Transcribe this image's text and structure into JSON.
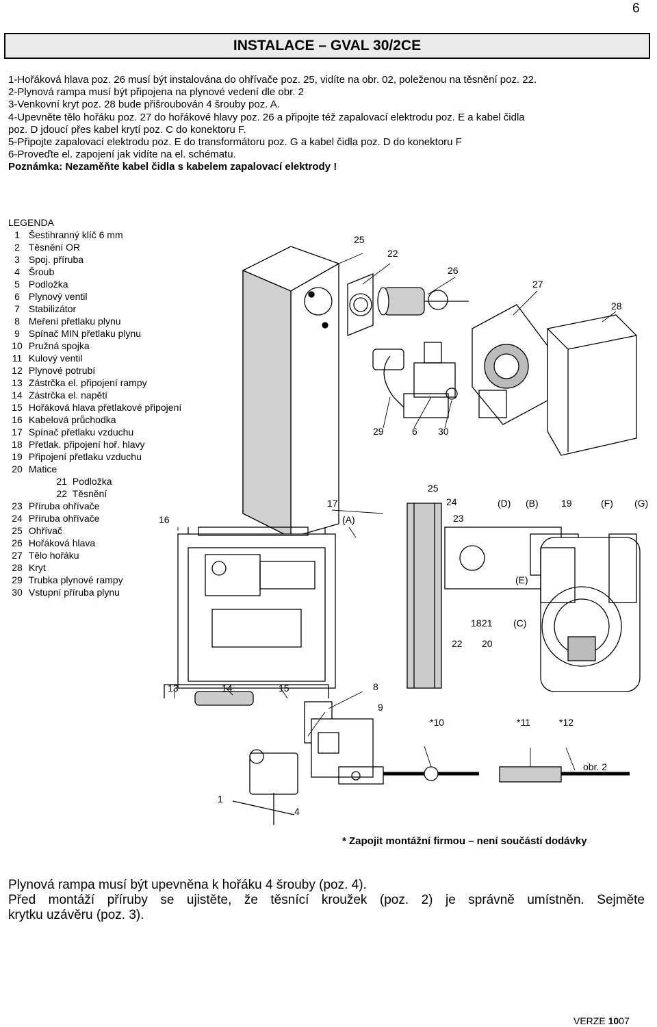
{
  "page_number": "6",
  "title": "INSTALACE – GVAL 30/2CE",
  "instructions": [
    "1-Hořáková hlava poz. 26 musí být instalována do ohřívače poz. 25, vidíte na obr. 02, poleženou na těsnění poz. 22.",
    "2-Plynová rampa musí být připojena na plynové vedení dle obr. 2",
    "3-Venkovní kryt poz. 28 bude přišroubován 4 šrouby poz. A.",
    "4-Upevněte tělo hořáku poz. 27 do hořákové hlavy poz. 26 a připojte též zapalovací elektrodu poz. E a kabel čidla",
    "poz. D jdoucí přes kabel krytí poz. C do konektoru F.",
    "5-Připojte zapalovací elektrodu poz. E do transformátoru poz. G a kabel čidla poz. D do konektoru F",
    "6-Proveďte el. zapojení jak vidíte na el. schématu."
  ],
  "note": "Poznámka: Nezaměňte kabel čidla s kabelem zapalovací elektrody !",
  "legend": {
    "title": "LEGENDA",
    "items": [
      {
        "num": "1",
        "label": "Šestihranný klíč 6 mm"
      },
      {
        "num": "2",
        "label": "Těsnění OR"
      },
      {
        "num": "3",
        "label": "Spoj. příruba"
      },
      {
        "num": "4",
        "label": "Šroub"
      },
      {
        "num": "5",
        "label": "Podložka"
      },
      {
        "num": "6",
        "label": "Plynový ventil"
      },
      {
        "num": "7",
        "label": "Stabilizátor"
      },
      {
        "num": "8",
        "label": "Meření přetlaku plynu"
      },
      {
        "num": "9",
        "label": "Spínač MIN přetlaku plynu"
      },
      {
        "num": "10",
        "label": "Pružná spojka"
      },
      {
        "num": "11",
        "label": "Kulový ventil"
      },
      {
        "num": "12",
        "label": "Plynové potrubí"
      },
      {
        "num": "13",
        "label": "Zástrčka el. připojení rampy"
      },
      {
        "num": "14",
        "label": "Zástrčka el. napětí"
      },
      {
        "num": "15",
        "label": "Hořáková hlava přetlakové připojení"
      },
      {
        "num": "16",
        "label": "Kabelová průchodka"
      },
      {
        "num": "17",
        "label": "Spínač přetlaku vzduchu"
      },
      {
        "num": "18",
        "label": "Přetlak. připojení hoř. hlavy"
      },
      {
        "num": "19",
        "label": "Připojení přetlaku vzduchu"
      },
      {
        "num": "20",
        "label": "Matice"
      },
      {
        "num": "21",
        "label": "Podložka",
        "indent": true
      },
      {
        "num": "22",
        "label": "Těsnění",
        "indent": true
      },
      {
        "num": "23",
        "label": "Příruba ohřívače"
      },
      {
        "num": "24",
        "label": "Příruba ohřívače"
      },
      {
        "num": "25",
        "label": "Ohřívač"
      },
      {
        "num": "26",
        "label": "Hořáková hlava"
      },
      {
        "num": "27",
        "label": "Tělo hořáku"
      },
      {
        "num": "28",
        "label": "Kryt"
      },
      {
        "num": "29",
        "label": "Trubka plynové rampy"
      },
      {
        "num": "30",
        "label": "Vstupní příruba plynu"
      }
    ]
  },
  "callouts": {
    "c25a": "25",
    "c22a": "22",
    "c26": "26",
    "c27": "27",
    "c28": "28",
    "c29": "29",
    "c6": "6",
    "c30": "30",
    "c25b": "25",
    "c17": "17",
    "cA": "(A)",
    "c16": "16",
    "c24": "24",
    "c23": "23",
    "cD": "(D)",
    "cB": "(B)",
    "c19": "19",
    "cF": "(F)",
    "cG": "(G)",
    "cE": "(E)",
    "c18": "18",
    "c21": "21",
    "cC": "(C)",
    "c22b": "22",
    "c20": "20",
    "c13": "13",
    "c14": "14",
    "c15": "15",
    "c8": "8",
    "c9": "9",
    "c10": "*10",
    "c11": "*11",
    "c12": "*12",
    "c1": "1",
    "c4": "4"
  },
  "figure_label": "obr. 2",
  "supply_note": "* Zapojit montážní firmou – není součástí dodávky",
  "bottom": {
    "line1": "Plynová rampa musí být upevněna k hořáku 4 šrouby (poz. 4).",
    "line2": "Před montáží příruby se ujistěte, že těsnící kroužek (poz. 2) je správně umístněn. Sejměte",
    "line3": "krytku uzávěru (poz. 3)."
  },
  "version": {
    "prefix": "VERZE ",
    "bold": "10",
    "suffix": "07"
  }
}
